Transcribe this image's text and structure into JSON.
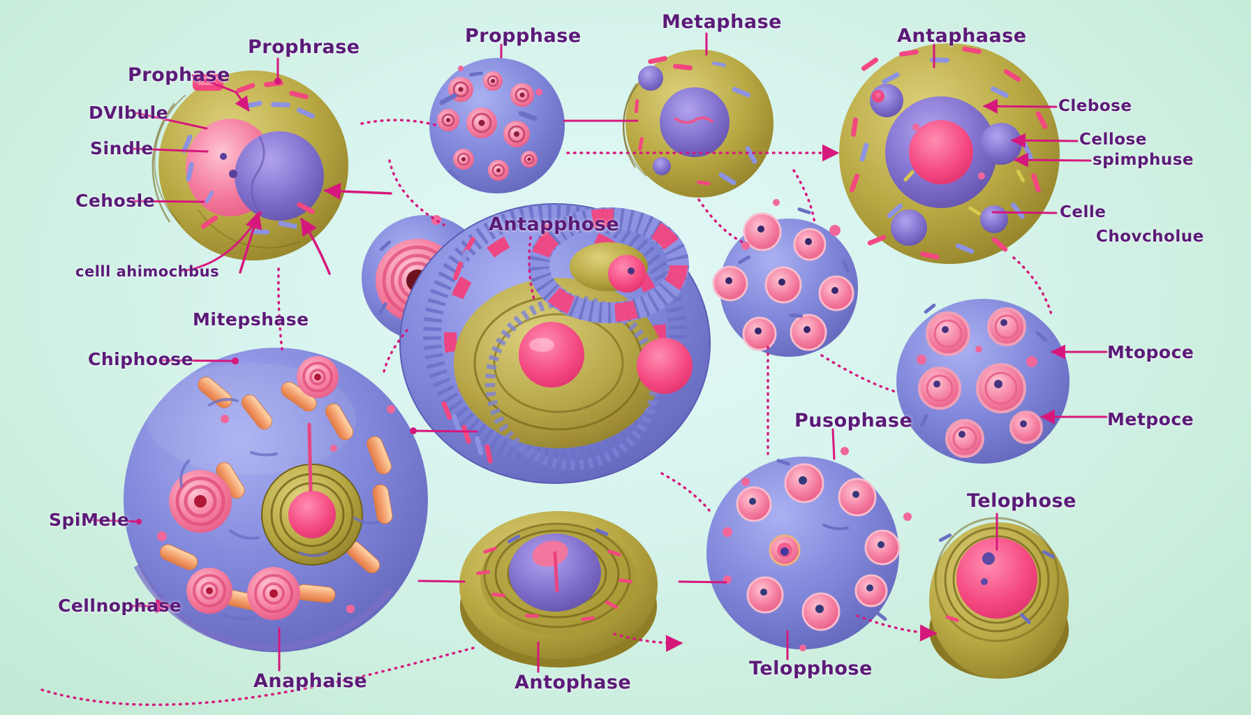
{
  "figure": {
    "type": "biology-illustration-diagram",
    "subject": "Phases of cell mitosis (AI-stylized illustration with garbled labels)"
  },
  "colors": {
    "background_mint": "#cbeedd",
    "background_center": "#e3f8f7",
    "label_text": "#5b1a78",
    "callout_line": "#d6177c",
    "cell_olive": "#b9a944",
    "cell_periwinkle": "#8187da",
    "nucleus_pink": "#f47c9e",
    "nucleus_hot_pink": "#f4467f",
    "nucleus_purple": "#7e6ecb",
    "chromosome_orange": "#f29a66"
  },
  "labels": [
    {
      "id": "prophase-left",
      "text": "Prophase"
    },
    {
      "id": "prophrase-top",
      "text": "Prophrase"
    },
    {
      "id": "dvibule",
      "text": "DVIbule"
    },
    {
      "id": "sindle",
      "text": "Sindle"
    },
    {
      "id": "cehosle",
      "text": "Cehosle"
    },
    {
      "id": "cell-ahimochbus",
      "text": "celll ahimochbus"
    },
    {
      "id": "propphase",
      "text": "Propphase"
    },
    {
      "id": "metaphase",
      "text": "Metaphase"
    },
    {
      "id": "antaphaase",
      "text": "Antaphaase"
    },
    {
      "id": "clebose",
      "text": "Clebose"
    },
    {
      "id": "cellose",
      "text": "Cellose"
    },
    {
      "id": "spimphuse",
      "text": "spimphuse"
    },
    {
      "id": "celle",
      "text": "Celle"
    },
    {
      "id": "chovcholue",
      "text": "Chovcholue"
    },
    {
      "id": "antapphose",
      "text": "Antapphose"
    },
    {
      "id": "mitepshase",
      "text": "Mitepshase"
    },
    {
      "id": "chiphoose",
      "text": "Chiphoose"
    },
    {
      "id": "spimele",
      "text": "SpiMele"
    },
    {
      "id": "cellnophase",
      "text": "Cellnophase"
    },
    {
      "id": "anaphaise",
      "text": "Anaphaise"
    },
    {
      "id": "antophase",
      "text": "Antophase"
    },
    {
      "id": "telopphose",
      "text": "Telopphose"
    },
    {
      "id": "pusophase",
      "text": "Pusophase"
    },
    {
      "id": "mtopoce",
      "text": "Mtopoce"
    },
    {
      "id": "metpoce",
      "text": "Metpoce"
    },
    {
      "id": "telophose",
      "text": "Telophose"
    }
  ],
  "cells": [
    {
      "id": "cell-prophase-top-left",
      "style": "olive sphere, split pink/purple nucleus, chromosome dashes"
    },
    {
      "id": "cell-propphase",
      "style": "periwinkle sphere with pink spiral nucleoli"
    },
    {
      "id": "cell-metaphase",
      "style": "olive sphere with purple nucleus"
    },
    {
      "id": "cell-antaphaase",
      "style": "large olive sphere, purple ring nucleus with hot pink core"
    },
    {
      "id": "cell-centriole",
      "style": "periwinkle sphere with pink ringed donut"
    },
    {
      "id": "cell-central-dividing",
      "style": "large ribbed blue/olive cut-bowl structure with two pink nuclei"
    },
    {
      "id": "cell-berries",
      "style": "periwinkle sphere with small pink berries"
    },
    {
      "id": "cell-right-nuclei",
      "style": "periwinkle sphere with large ringed pink nuclei"
    },
    {
      "id": "cell-pusophase",
      "style": "periwinkle sphere with large pink nuclei and eye nucleus"
    },
    {
      "id": "cell-antophase-disc",
      "style": "olive disc with purple dome nucleus split by pink"
    },
    {
      "id": "cell-large-anaphase",
      "style": "large periwinkle cell, orange rod chromosomes, pink spirals, olive ring nucleus"
    },
    {
      "id": "cell-telophose",
      "style": "olive cylinder with hot pink nucleus"
    }
  ]
}
